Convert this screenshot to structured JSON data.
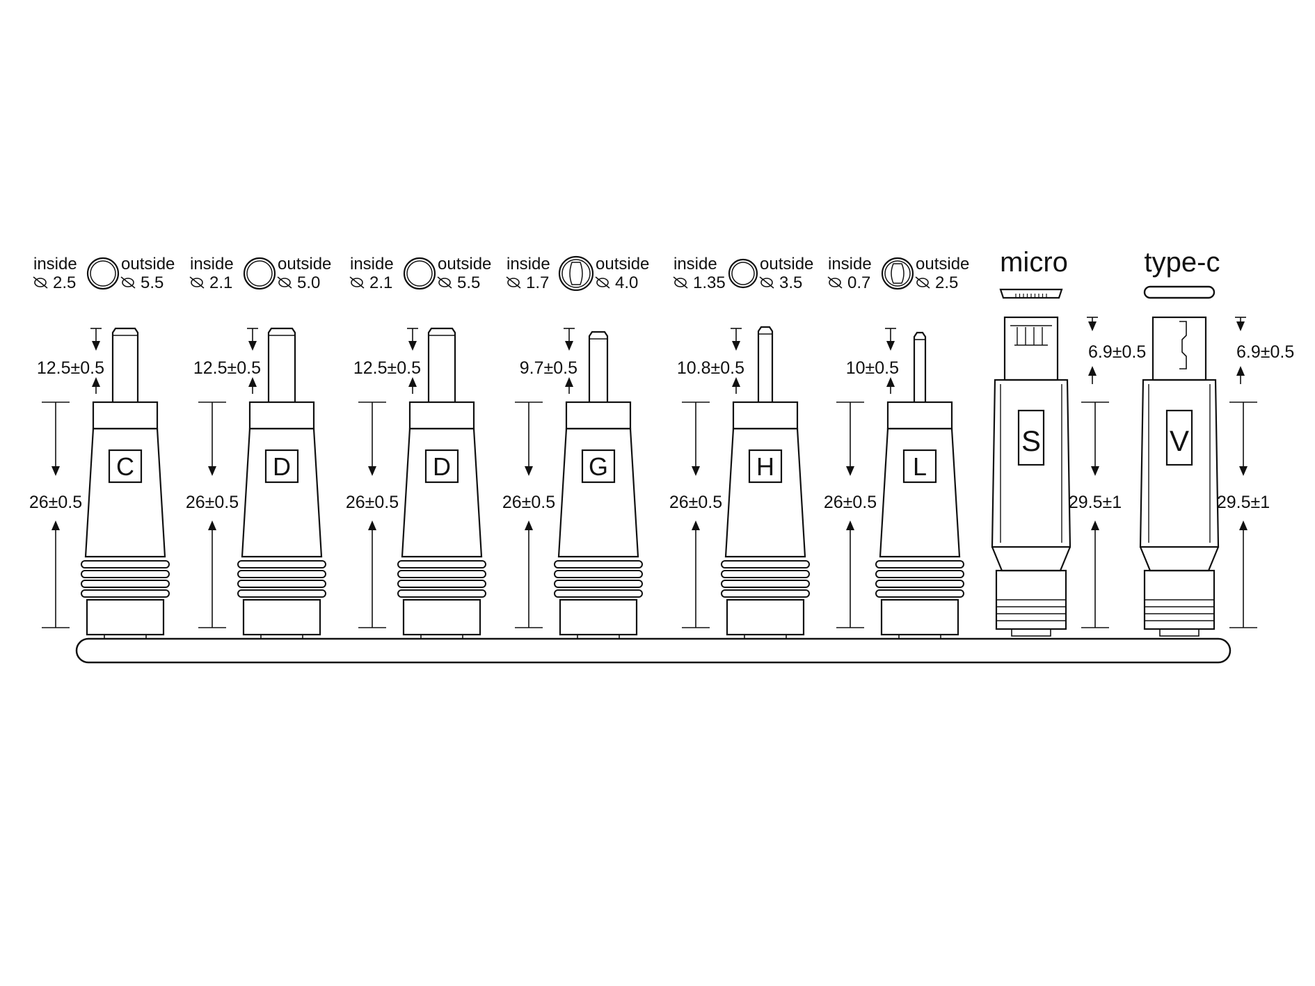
{
  "labels": {
    "inside": "inside",
    "outside": "outside",
    "diameter_symbol": "⌀"
  },
  "colors": {
    "ink": "#111111",
    "background": "#ffffff"
  },
  "connectors": [
    {
      "id": "C",
      "letter": "C",
      "inside": "2.5",
      "outside": "5.5",
      "pin_length": "12.5±0.5",
      "body_length": "26±0.5"
    },
    {
      "id": "D1",
      "letter": "D",
      "inside": "2.1",
      "outside": "5.0",
      "pin_length": "12.5±0.5",
      "body_length": "26±0.5"
    },
    {
      "id": "D2",
      "letter": "D",
      "inside": "2.1",
      "outside": "5.5",
      "pin_length": "12.5±0.5",
      "body_length": "26±0.5"
    },
    {
      "id": "G",
      "letter": "G",
      "inside": "1.7",
      "outside": "4.0",
      "pin_length": "9.7±0.5",
      "body_length": "26±0.5"
    },
    {
      "id": "H",
      "letter": "H",
      "inside": "1.35",
      "outside": "3.5",
      "pin_length": "10.8±0.5",
      "body_length": "26±0.5"
    },
    {
      "id": "L",
      "letter": "L",
      "inside": "0.7",
      "outside": "2.5",
      "pin_length": "10±0.5",
      "body_length": "26±0.5"
    }
  ],
  "usb": [
    {
      "id": "micro",
      "title": "micro",
      "letter": "S",
      "tip_length": "6.9±0.5",
      "body_length": "29.5±1"
    },
    {
      "id": "typec",
      "title": "type-c",
      "letter": "V",
      "tip_length": "6.9±0.5",
      "body_length": "29.5±1"
    }
  ]
}
